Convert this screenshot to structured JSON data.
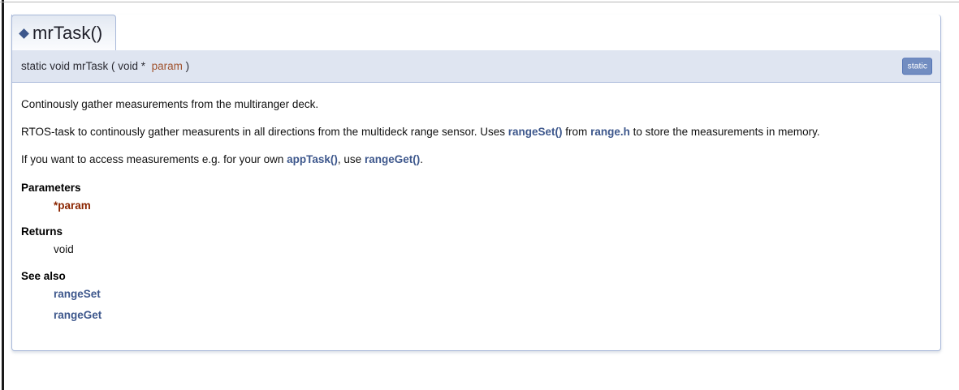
{
  "page": {
    "kind": "doxygen-member-documentation"
  },
  "member": {
    "title": "mrTask()",
    "title_bullet_icon": "diamond-bullet-icon",
    "prototype": {
      "qualifiers": "static void ",
      "name": "mrTask",
      "open_paren": " ( ",
      "param_type": "void * ",
      "param_name": " param",
      "close_paren": " )",
      "full_text": "static void mrTask ( void *  param )"
    },
    "labels": [
      "static"
    ],
    "paragraphs": [
      {
        "id": "brief",
        "runs": [
          {
            "type": "text",
            "text": "Continously gather measurements from the multiranger deck."
          }
        ]
      },
      {
        "id": "detail",
        "runs": [
          {
            "type": "text",
            "text": "RTOS-task to continously gather measurents in all directions from the multideck range sensor. Uses "
          },
          {
            "type": "link",
            "text": "rangeSet()"
          },
          {
            "type": "text",
            "text": " from "
          },
          {
            "type": "link",
            "text": "range.h"
          },
          {
            "type": "text",
            "text": " to store the measurements in memory."
          }
        ]
      },
      {
        "id": "usage",
        "runs": [
          {
            "type": "text",
            "text": "If you want to access measurements e.g. for your own "
          },
          {
            "type": "link",
            "text": "appTask()"
          },
          {
            "type": "text",
            "text": ", use "
          },
          {
            "type": "link",
            "text": "rangeGet()"
          },
          {
            "type": "text",
            "text": "."
          }
        ]
      }
    ],
    "sections": {
      "parameters": {
        "heading": "Parameters",
        "rows": [
          {
            "name": "*param",
            "description": ""
          }
        ]
      },
      "returns": {
        "heading": "Returns",
        "value": "void"
      },
      "see_also": {
        "heading": "See also",
        "links": [
          "rangeSet",
          "rangeGet"
        ]
      }
    }
  },
  "colors": {
    "link": "#3D578C",
    "param_name_proto": "#a0522d",
    "param_name_doc": "#8B2500",
    "label_bg": "#728DC1",
    "proto_bg": "#DFE5F1",
    "border": "#A8B8D9"
  }
}
